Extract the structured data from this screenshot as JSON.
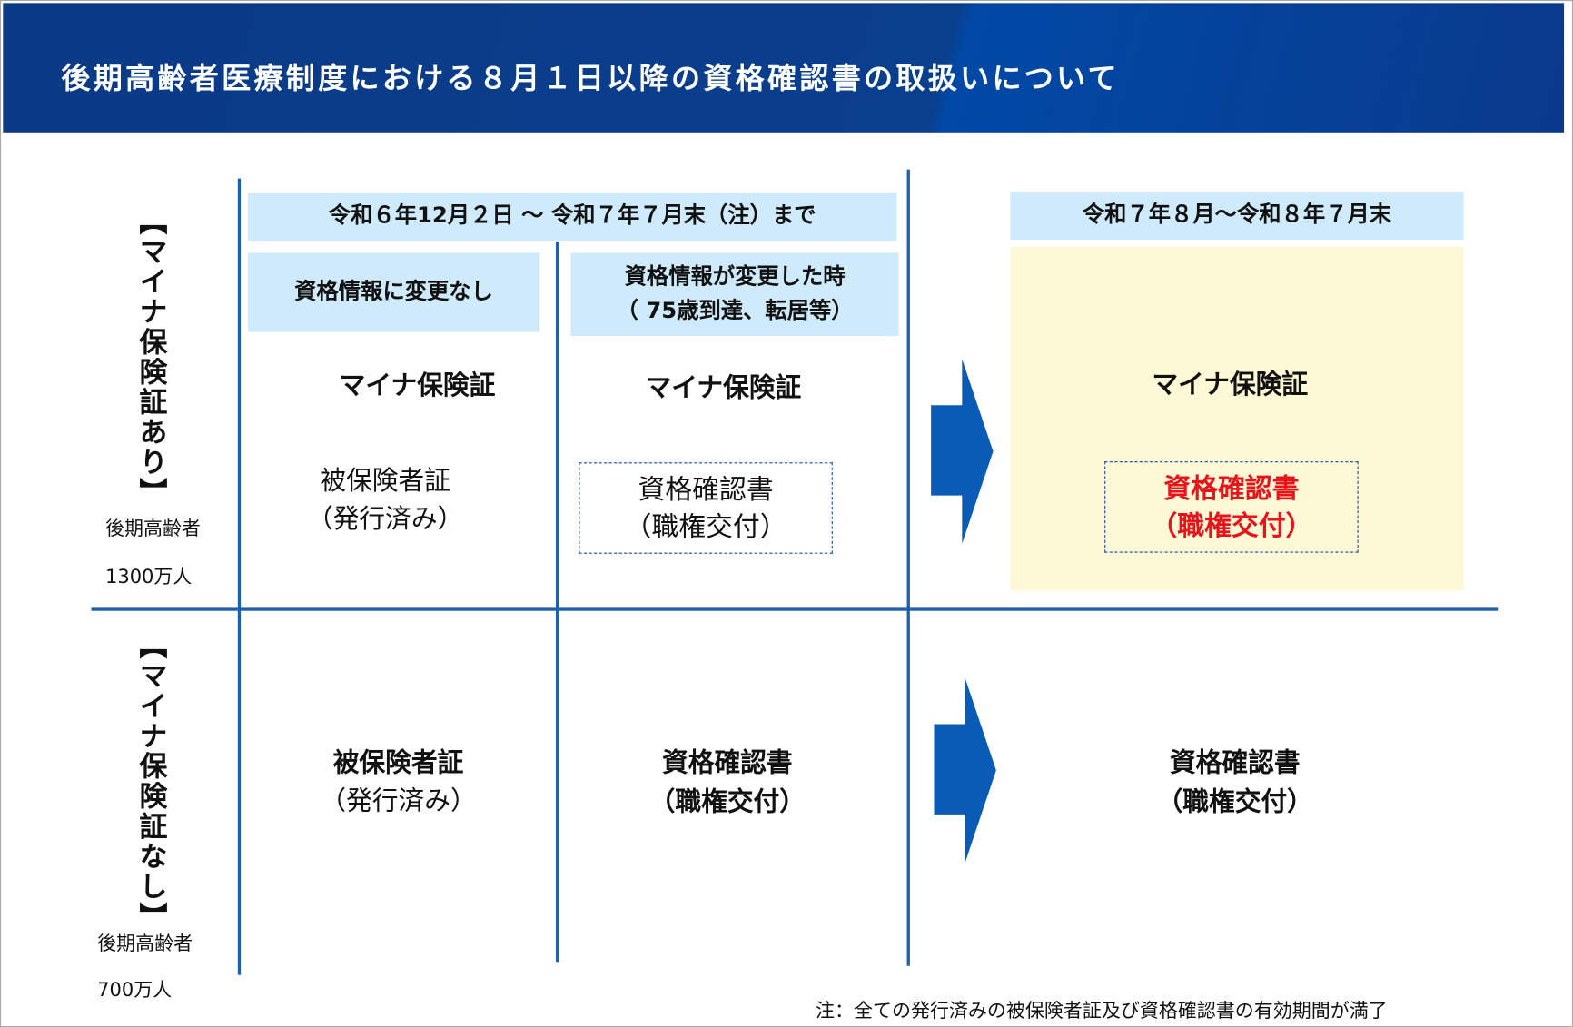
{
  "title": "後期高齢者医療制度における８月１日以降の資格確認書の取扱いについて",
  "periods": {
    "current": "令和６年12月２日 ～ 令和７年７月末（注）まで",
    "future": "令和７年８月～令和８年７月末"
  },
  "subheaders": {
    "no_change": "資格情報に変更なし",
    "changed_line1": "資格情報が変更した時",
    "changed_line2": "（ 75歳到達、転居等）"
  },
  "rows": {
    "with": {
      "label": "【マイナ保険証あり】",
      "group": "後期高齢者",
      "count": "1300万人",
      "no_change": {
        "main": "マイナ保険証",
        "sub1": "被保険者証",
        "sub2": "（発行済み）"
      },
      "changed": {
        "main": "マイナ保険証",
        "sub1": "資格確認書",
        "sub2": "（職権交付）"
      },
      "future": {
        "main": "マイナ保険証",
        "sub1": "資格確認書",
        "sub2": "（職権交付）"
      }
    },
    "without": {
      "label": "【マイナ保険証なし】",
      "group": "後期高齢者",
      "count": "700万人",
      "no_change": {
        "main": "被保険者証",
        "sub": "（発行済み）"
      },
      "changed": {
        "main": "資格確認書",
        "sub": "（職権交付）"
      },
      "future": {
        "main": "資格確認書",
        "sub": "（職権交付）"
      }
    }
  },
  "footnote": "注：全ての発行済みの被保険者証及び資格確認書の有効期間が満了",
  "colors": {
    "header": "#0b3a86",
    "line": "#1f5fb0",
    "lightblue": "#cfeafb",
    "highlight": "#fdf9d6",
    "red": "#e8141c"
  }
}
